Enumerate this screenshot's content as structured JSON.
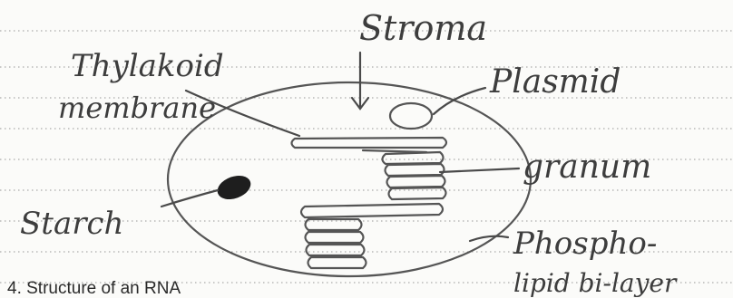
{
  "diagram": {
    "labels": {
      "stroma": "Stroma",
      "plasmid": "Plasmid",
      "thylakoid_membrane_line1": "Thylakoid",
      "thylakoid_membrane_line2": "membrane",
      "granum": "granum",
      "starch": "Starch",
      "phospholipid_line1": "Phospho-",
      "phospholipid_line2": "lipid bi-layer",
      "bottom_text": "4. Structure of an RNA"
    },
    "colors": {
      "ink": "#3d3d3d",
      "paper": "#fbfbf9",
      "rule": "#6b6b6b",
      "starch_fill": "#1e1e1e"
    }
  }
}
